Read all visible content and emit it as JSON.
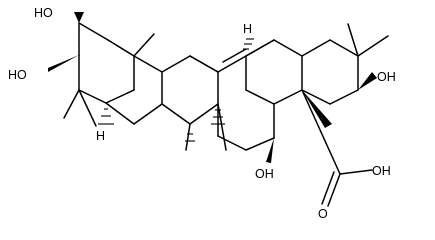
{
  "structure": {
    "atom_labels": {
      "oh_c2": "HO",
      "oh_c3": "HO",
      "oh_c22": "OH",
      "oh_c16": "OH",
      "cooh_o": "O",
      "cooh_oh": "OH",
      "h_c5": "H",
      "h_c18": "H"
    }
  },
  "colors": {
    "bond": "#000000",
    "background": "#ffffff"
  }
}
